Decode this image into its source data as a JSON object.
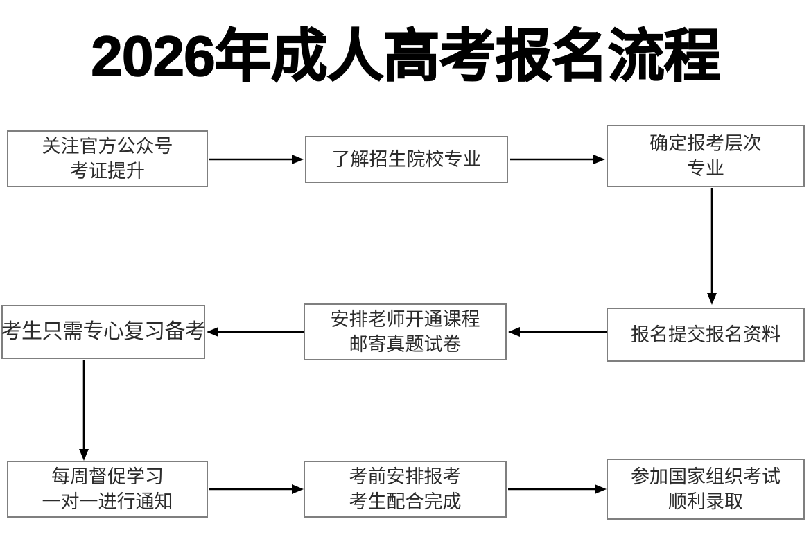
{
  "page": {
    "title": "2026年成人高考报名流程",
    "background_color": "#ffffff",
    "box_border_color": "#7f7f7f",
    "text_color": "#2b2b2b",
    "arrow_color": "#000000"
  },
  "flow": {
    "nodes": [
      {
        "id": "node-1",
        "name": "follow-official-account",
        "lines": [
          "关注官方公众号",
          "考证提升"
        ]
      },
      {
        "id": "node-2",
        "name": "learn-schools-majors",
        "lines": [
          "了解招生院校专业"
        ]
      },
      {
        "id": "node-3",
        "name": "confirm-level-major",
        "lines": [
          "确定报考层次",
          "专业"
        ]
      },
      {
        "id": "node-4",
        "name": "submit-application-materials",
        "lines": [
          "报名提交报名资料"
        ]
      },
      {
        "id": "node-5",
        "name": "teacher-opens-course",
        "lines": [
          "安排老师开通课程",
          "邮寄真题试卷"
        ]
      },
      {
        "id": "node-6",
        "name": "candidate-focus-review",
        "lines": [
          "考生只需专心复习备考"
        ]
      },
      {
        "id": "node-7",
        "name": "weekly-study-supervision",
        "lines": [
          "每周督促学习",
          "一对一进行通知"
        ]
      },
      {
        "id": "node-8",
        "name": "pre-exam-registration",
        "lines": [
          "考前安排报考",
          "考生配合完成"
        ]
      },
      {
        "id": "node-9",
        "name": "take-national-exam",
        "lines": [
          "参加国家组织考试",
          "顺利录取"
        ]
      }
    ],
    "connectors": [
      {
        "id": "arrow-1",
        "name": "arrow-node1-to-node2",
        "direction": "right"
      },
      {
        "id": "arrow-2",
        "name": "arrow-node2-to-node3",
        "direction": "right"
      },
      {
        "id": "arrow-3",
        "name": "arrow-node3-to-node4",
        "direction": "down"
      },
      {
        "id": "arrow-4",
        "name": "arrow-node4-to-node5",
        "direction": "left"
      },
      {
        "id": "arrow-5",
        "name": "arrow-node5-to-node6",
        "direction": "left"
      },
      {
        "id": "arrow-6",
        "name": "arrow-node6-to-node7",
        "direction": "down"
      },
      {
        "id": "arrow-7",
        "name": "arrow-node7-to-node8",
        "direction": "right"
      },
      {
        "id": "arrow-8",
        "name": "arrow-node8-to-node9",
        "direction": "right"
      }
    ]
  }
}
